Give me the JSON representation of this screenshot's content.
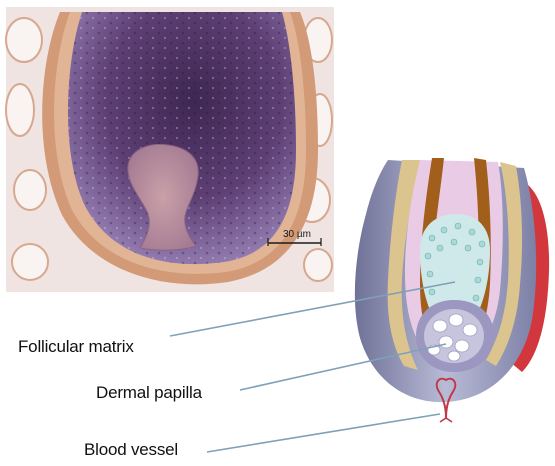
{
  "labels": {
    "follicular_matrix": "Follicular matrix",
    "dermal_papilla": "Dermal papilla",
    "blood_vessel": "Blood vessel"
  },
  "micrograph": {
    "scale_bar": "30 µm"
  },
  "colors": {
    "leader_line": "#7fa1b7",
    "tissue_stroma": "#d29a77",
    "matrix_purple": "#6a4a82",
    "papilla_pink": "#c798a3",
    "outer_sheath_blue": "#8c90b5",
    "hair_shaft_brown": "#a25f1c",
    "sheath_gold": "#dcc48f",
    "blood_red": "#d2373d",
    "matrix_cells_teal": "#a9d8d7"
  }
}
